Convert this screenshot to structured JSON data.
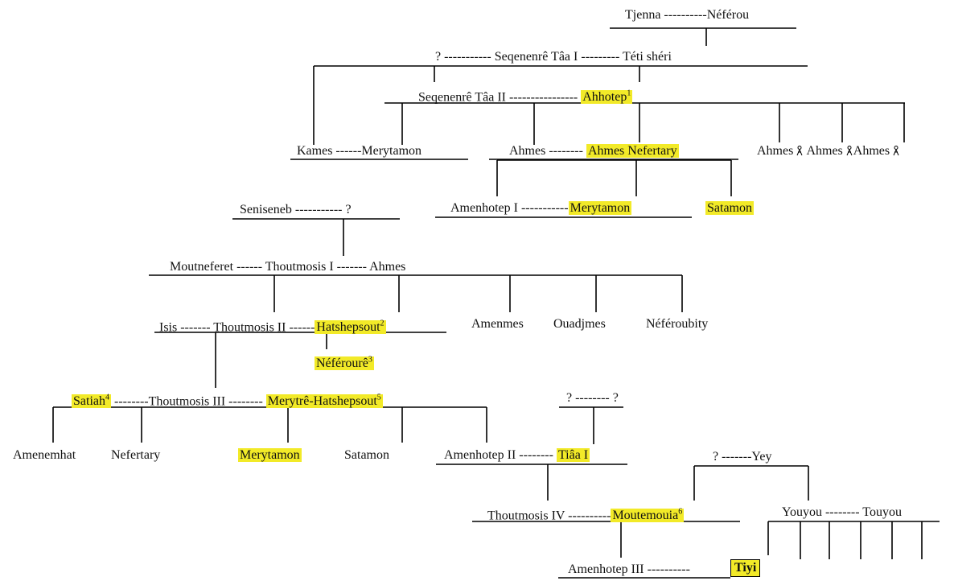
{
  "gen1": {
    "couple": "Tjenna ----------Néférou"
  },
  "gen2": {
    "text": "? ----------- Seqenenrê Tâa I --------- Téti shéri"
  },
  "gen3": {
    "pre": "Seqenenrê Tâa II ---------------- ",
    "ahhotep": "Ahhotep",
    "sup": "1"
  },
  "gen4": {
    "kames": "Kames ------Merytamon",
    "ahmes_pre": "Ahmes -------- ",
    "ahmes_nef": "Ahmes Nefertary",
    "ahmes_a": "Ahmes",
    "ahmes_b": "Ahmes",
    "ahmes_c": "Ahmes"
  },
  "gen5": {
    "amen1_pre": "Amenhotep I -----------",
    "merytamon": "Merytamon",
    "satamon": "Satamon"
  },
  "seniseneb": "Seniseneb ----------- ?",
  "thut1": "Moutneferet ------ Thoutmosis I ------- Ahmes",
  "gen7": {
    "thut2_pre": "Isis ------- Thoutmosis II ------",
    "hatshepsout": "Hatshepsout",
    "sup": "2",
    "amenmes": "Amenmes",
    "ouadjmes": "Ouadjmes",
    "neferoubity": "Néféroubity"
  },
  "neferoure": {
    "name": "Néférourê",
    "sup": "3"
  },
  "gen9": {
    "satiah": "Satiah",
    "sup4": "4",
    "mid": " --------Thoutmosis III -------- ",
    "meryt": "Merytrê-Hatshepsout",
    "sup5": "5",
    "unknown_pair": "? -------- ?"
  },
  "gen10": {
    "amenemhat": "Amenemhat",
    "nefertary": "Nefertary",
    "merytamon": "Merytamon",
    "satamon": "Satamon",
    "amen2_pre": "Amenhotep II -------- ",
    "tiaa": "Tiâa I",
    "yey": "? -------Yey"
  },
  "gen11": {
    "thut4_pre": "Thoutmosis IV ----------",
    "moutemouia": "Moutemouia",
    "sup": "6",
    "youyou": "Youyou -------- Touyou"
  },
  "gen12": {
    "amen3_pre": "Amenhotep III ---------- ",
    "tiyi": "Tiyi"
  },
  "colors": {
    "highlight": "#f2ea28",
    "line": "#000000"
  }
}
